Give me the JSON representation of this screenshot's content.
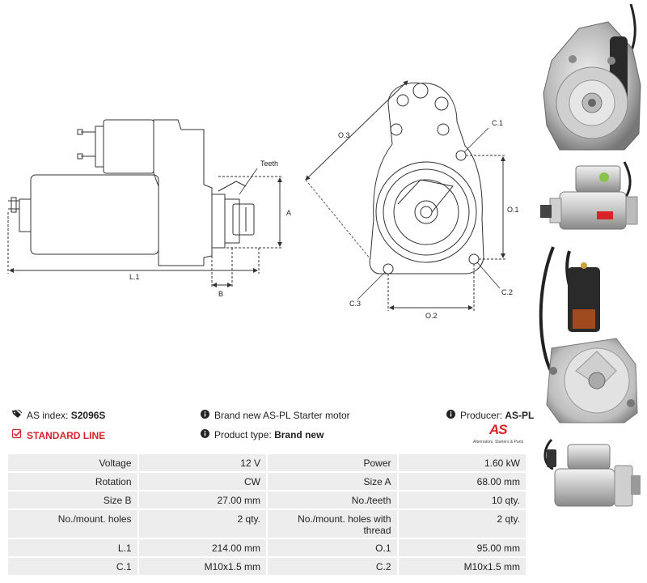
{
  "drawing_labels": {
    "teeth": "Teeth",
    "a": "A",
    "b": "B",
    "l1": "L.1",
    "o1": "O.1",
    "o2": "O.2",
    "o3": "O.3",
    "c1": "C.1",
    "c2": "C.2",
    "c3": "C.3"
  },
  "info": {
    "as_index_label": "AS index:",
    "as_index_value": "S2096S",
    "line_label": "STANDARD LINE",
    "description": "Brand new AS-PL Starter motor",
    "product_type_label": "Product type:",
    "product_type_value": "Brand new",
    "producer_label": "Producer:",
    "producer_value": "AS-PL"
  },
  "logo": {
    "mark": "AS",
    "tagline": "Alternators, Starters & Parts"
  },
  "specs": [
    {
      "k1": "Voltage",
      "v1": "12 V",
      "k2": "Power",
      "v2": "1.60 kW"
    },
    {
      "k1": "Rotation",
      "v1": "CW",
      "k2": "Size A",
      "v2": "68.00 mm"
    },
    {
      "k1": "Size B",
      "v1": "27.00 mm",
      "k2": "No./teeth",
      "v2": "10 qty."
    },
    {
      "k1": "No./mount. holes",
      "v1": "2 qty.",
      "k2": "No./mount. holes with thread",
      "v2": "2 qty."
    },
    {
      "k1": "L.1",
      "v1": "214.00 mm",
      "k2": "O.1",
      "v2": "95.00 mm"
    },
    {
      "k1": "C.1",
      "v1": "M10x1.5 mm",
      "k2": "C.2",
      "v2": "M10x1.5 mm"
    }
  ],
  "colors": {
    "accent_red": "#d8232a",
    "cell_bg": "#ededed"
  }
}
